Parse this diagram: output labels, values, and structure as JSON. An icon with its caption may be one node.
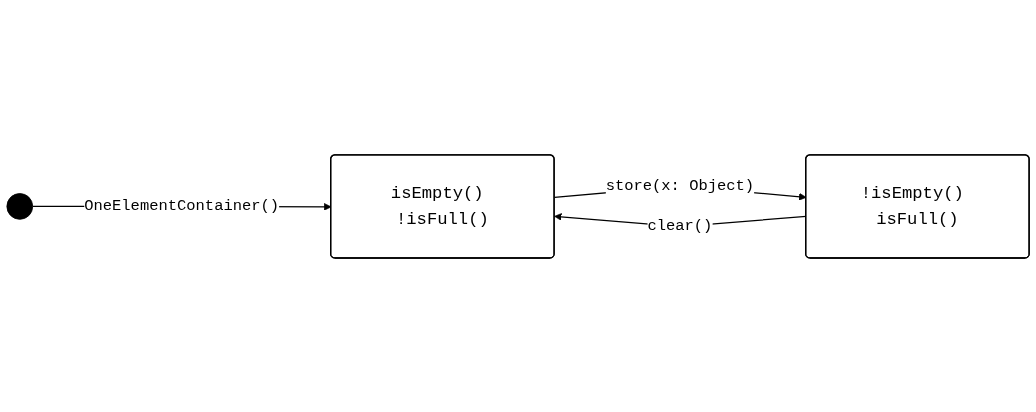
{
  "diagram": {
    "nodes": [
      {
        "text": [],
        "shape": "circle"
      },
      {
        "text": [
          "isEmpty() !isFull()"
        ]
      },
      {
        "text": [
          "!isEmpty() isFull()"
        ]
      }
    ],
    "edges": [
      {
        "from": 0,
        "to": 1,
        "arrow": "to",
        "label": "OneElementContainer()"
      },
      {
        "from": 1,
        "to": 2,
        "arrow": "to",
        "label": "store(x: Object)"
      },
      {
        "from": 2,
        "to": 1,
        "arrow": "to",
        "label": "clear()"
      }
    ]
  }
}
